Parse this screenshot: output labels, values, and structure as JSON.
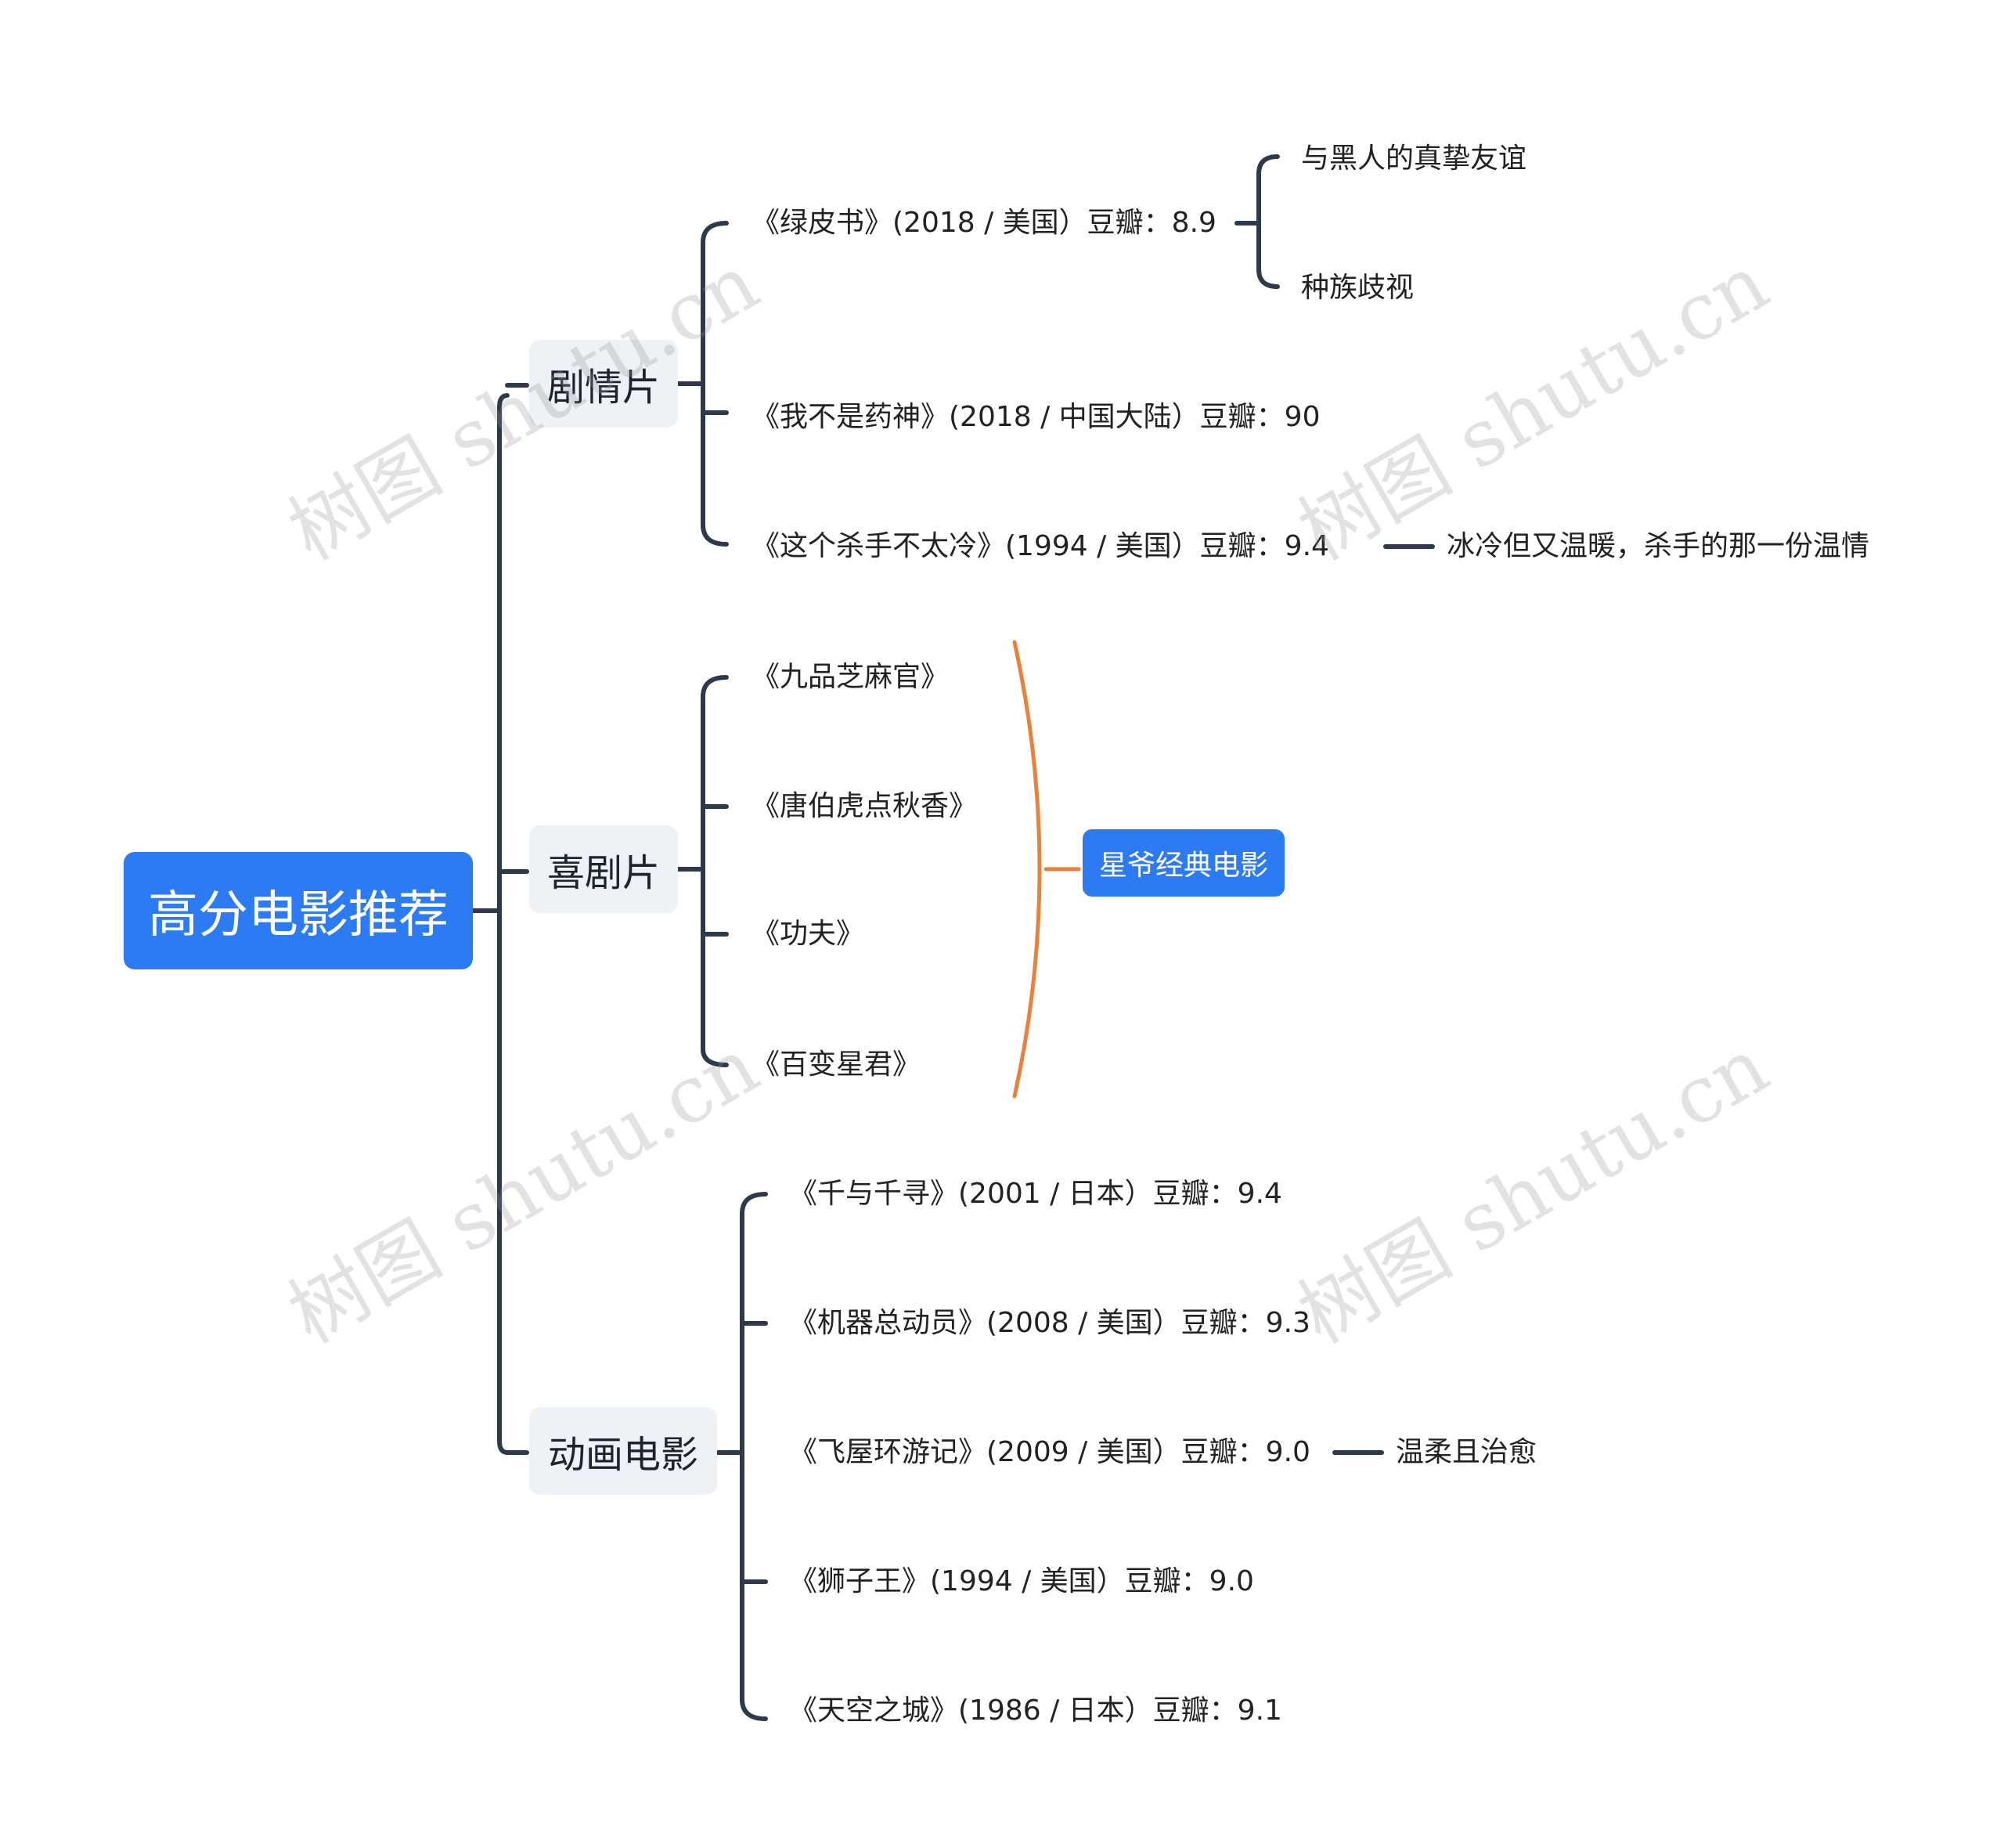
{
  "root": {
    "label": "高分电影推荐"
  },
  "branches": {
    "drama": {
      "label": "剧情片",
      "items": [
        "《绿皮书》(2018 / 美国）豆瓣：8.9",
        "《我不是药神》(2018 / 中国大陆）豆瓣：90",
        "《这个杀手不太冷》(1994 / 美国）豆瓣：9.4"
      ],
      "green_book_notes": [
        "与黑人的真挚友谊",
        "种族歧视"
      ],
      "leon_note": "冰冷但又温暖，杀手的那一份温情"
    },
    "comedy": {
      "label": "喜剧片",
      "items": [
        "《九品芝麻官》",
        "《唐伯虎点秋香》",
        "《功夫》",
        "《百变星君》"
      ],
      "summary": "星爷经典电影"
    },
    "animation": {
      "label": "动画电影",
      "items": [
        "《千与千寻》(2001 / 日本）豆瓣：9.4",
        "《机器总动员》(2008 / 美国）豆瓣：9.3",
        "《飞屋环游记》(2009 / 美国）豆瓣：9.0",
        "《狮子王》(1994 / 美国）豆瓣：9.0",
        "《天空之城》(1986 / 日本）豆瓣：9.1"
      ],
      "up_note": "温柔且治愈"
    }
  },
  "watermark": "树图 shutu.cn",
  "colors": {
    "root_fill": "#2c7bf2",
    "branch_fill": "#eef1f5",
    "connector": "#2c3a4b",
    "summary_bracket": "#e8823a"
  }
}
